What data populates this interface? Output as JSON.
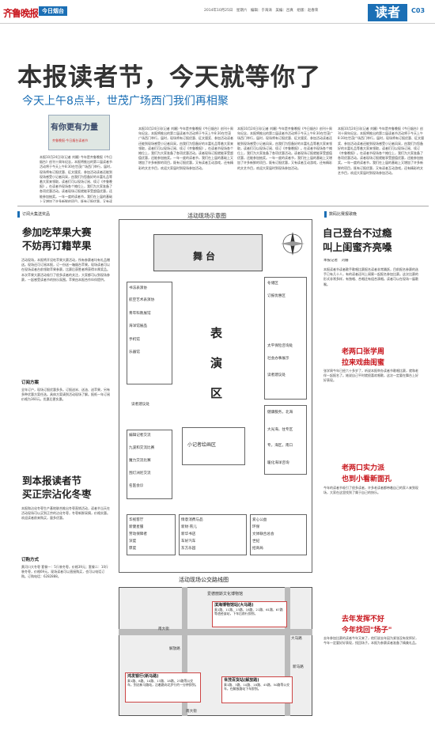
{
  "header": {
    "logo": "齐鲁晚报",
    "page_label": "今日烟台",
    "dateline": "2014年10月25日　星期六　编辑：于海涛　美编：吕真　组版：赵春荣",
    "section": "读者",
    "page_no": "C03"
  },
  "headline": "本报读者节，今天就等你了",
  "subhead": "今天上午8点半，世茂广场西门我们再相聚",
  "banner": {
    "title": "有你更有力量",
    "subtitle": "齐鲁晚报·今日烟台读者节"
  },
  "lead_text": "本报10月24日讯(记者 刘姗) 今年是齐鲁晚报《今日烟台》创刊十周年纪念，本报将推出的第二届读者节活动将于今天上午8:30在世茂广场西门举行，届时，现场将有订报优惠、征文颁奖、参加活动读者还能到现场感受小记者风采，由我们为您备好的丰富礼品等着大家来领取，读者们可以现场订阅、续订《齐鲁晚报》。在读者节现场各个摊位上，我们为大家准备了各项优惠活动。读者现场订报就能享受超值优惠，还能参加抽奖。一年一度的读者节，我们在上届的基础上又增加了许多新鲜的项目，既有订报优惠，又有读者互动游戏，还有精彩的文艺节目，欢迎大家届时到现场参加活动。",
  "map": {
    "title": "活动现场示意图",
    "stage": "舞台",
    "performance": "表演区",
    "kids": "小记者绘画区",
    "booths_left": [
      "书法表演协",
      "航空艺术表演协",
      "青年科教展馆",
      "海洋馆展品",
      "手机馆",
      "乐器馆"
    ],
    "suggestion": "读者建议处",
    "left_lower": [
      "编辑记者交流",
      "九波和交流比赛",
      "魔力交流比赛",
      "围灯洲尼交流",
      "名医会诊"
    ],
    "right": [
      "冬储区",
      "订报优惠区",
      "太平保险咨询处",
      "社会办事展示",
      "读者建议处"
    ],
    "right_mid": [
      "健康服务，北海",
      "大光海，住专区",
      "专，海区，南口",
      "暖化海洋咨询"
    ],
    "bottom_left": [
      "华视客厅",
      "新健星服",
      "劳动保障者",
      "深度",
      "厚度"
    ],
    "bottom_mid": [
      "情意消费与品",
      "新财·育儿",
      "新华书店",
      "车好汽车",
      "东方乐园"
    ],
    "bottom_right": [
      "爱心公益",
      "环保",
      "文体联合总会",
      "世纪",
      "招商局"
    ]
  },
  "bus": {
    "title": "活动现场公交路线图",
    "top_place": "爱德丽斯文化博物馆",
    "box1_title": "滨海博物馆站(大马路)",
    "box1": "乘1路、11路、13路、18路、21路、61路、67路等途经该站，下车后前行即到。",
    "box2_title": "鸿发银行(新马路)",
    "box2": "乘1路、8路、10路、13路、18路、23路等公交车，到达新马路站，沿着路向北步行约一分钟即到。",
    "box3_title": "世茂百货站(解放路)",
    "box3": "乘1路、3路、10路、18路、45路、50路等公交车，在解放路站下车即到。",
    "streets": [
      "南大街",
      "解放路",
      "大马路",
      "新马路",
      "南大街"
    ]
  },
  "left": {
    "tag1": "订阅大集送奖品",
    "head1a": "参加吃苹果大赛",
    "head1b": "不妨再订籍苹果",
    "body1": "活动现场，本报将开设吃苹果大赛活动，所有参赛者均有礼品赠送。现场还可订阅本报，订一份送一箱烟台苹果。现场读者可以在现场读者台前领取苹果参赛，比赛后获胜者将获得丰厚奖品。本次苹果大赛活动吸引了很多读者的关注，大家都可以到现场参赛，一起感受读者节的快乐氛围。苹果由本报合作伙伴提供。",
    "sub1": "订阅方案",
    "plan1": "全年订户，现场订报优惠多多。订报送米、送油、送苹果，另有多种优惠方案任选。具体方案请到活动现场了解。报纸一年订阅价格为360元，优惠后更实惠。",
    "head2a": "到本报读者节",
    "head2b": "买正宗沾化冬枣",
    "body2": "本报和沾化冬枣生产基地联合推出冬枣直销活动，读者节当天在活动现场可以买到正宗的沾化冬枣，冬枣新鲜采摘，价格实惠。欢迎读者前来购买，量多优惠。",
    "sub2": "订购方式",
    "plan2": "黄河口大冬枣 套餐一：5斤装冬枣，价格39元；套餐二：10斤装冬枣，价格69元。现场读者可以直接购买，也可以电话订购。订购电话：6282888。"
  },
  "right": {
    "tag": "数码比赛报歌晚",
    "headA": "自己登台不过瘾",
    "headB": "叫上闺蜜齐亮嗓",
    "byline": "本报记者　刘姗",
    "body1": "本报读者节读者歌手歌唱比赛报名读者非常踊跃，目前报名参赛的选手已有几十人，有的读者还叫上闺蜜一起报名参加比赛。这次比赛的形式非常多样，有独唱、合唱还有组合演唱。读者可以在现场一展歌喉。",
    "red1": "老两口张学周",
    "red1b": "拉来戏曲闺蜜",
    "body2": "张学周今年已经六十多岁了，听说本报举办读者节歌唱比赛，就和老伴一起报名了。她说自己平时就很喜欢唱歌，这次一定要在舞台上好好表现。",
    "red2": "老两口实力派",
    "red2b": "也到小看新面孔",
    "body3": "今年的读者节吸引了很多读者，许多老读者都带着自己的家人来到现场，大家在这里找到了属于自己的快乐。",
    "red3": "去年发挥不好",
    "red3b": "今年找回\"场子\"",
    "body4": "去年参加比赛的读者今年又来了，他们说去年因为紧张没有发挥好，今年一定要好好表现，找回场子。本报为参赛读者准备了精美礼品。"
  }
}
